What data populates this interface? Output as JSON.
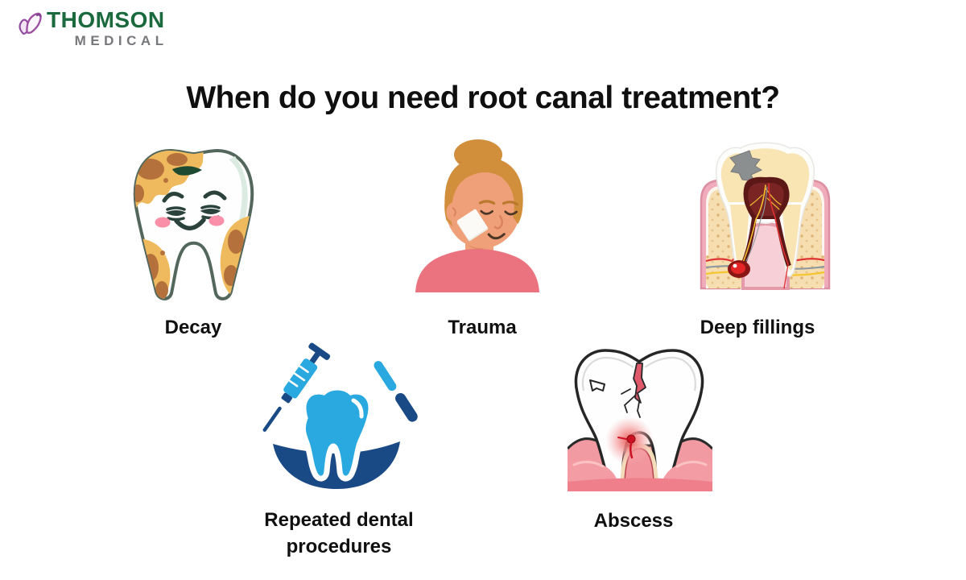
{
  "brand": {
    "name_primary": "THOMSON",
    "name_secondary": "MEDICAL",
    "logo_icon": "butterfly-icon",
    "colors": {
      "green": "#1B6A3D",
      "gray": "#77787B",
      "purple": "#8E4A9E"
    }
  },
  "title": "When do you need root canal treatment?",
  "items": [
    {
      "label": "Decay",
      "icon": "decayed-sad-tooth-icon"
    },
    {
      "label": "Trauma",
      "icon": "woman-cheek-bandage-icon"
    },
    {
      "label": "Deep fillings",
      "icon": "tooth-cross-section-filling-icon"
    },
    {
      "label": "Repeated dental procedures",
      "icon": "tooth-syringe-tools-icon"
    },
    {
      "label": "Abscess",
      "icon": "cracked-tooth-abscess-icon"
    }
  ],
  "illustration_colors": {
    "decay_yellow": "#EEBA5D",
    "decay_brown": "#B5713C",
    "tooth_outline": "#54675C",
    "blush_pink": "#F98FA9",
    "skin": "#F0A078",
    "hair": "#D18E3B",
    "shirt": "#EA737F",
    "gum_pink": "#F2959C",
    "bone_tan": "#F6DEB1",
    "pulp_red": "#5C1717",
    "abscess_red": "#E42525",
    "icon_blue_light": "#2AA9E0",
    "icon_blue_dark": "#1A4A85"
  }
}
